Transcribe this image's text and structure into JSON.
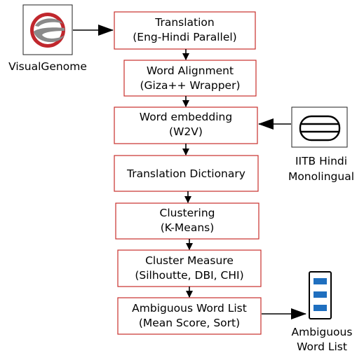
{
  "steps": [
    {
      "line1": "Translation",
      "line2": "(Eng-Hindi Parallel)"
    },
    {
      "line1": "Word Alignment",
      "line2": "(Giza++ Wrapper)"
    },
    {
      "line1": "Word embedding",
      "line2": "(W2V)"
    },
    {
      "line1": "Translation Dictionary",
      "line2": ""
    },
    {
      "line1": "Clustering",
      "line2": "(K-Means)"
    },
    {
      "line1": "Cluster Measure",
      "line2": "(Silhoutte, DBI, CHI)"
    },
    {
      "line1": "Ambiguous Word List",
      "line2": "(Mean Score, Sort)"
    }
  ],
  "sources": {
    "visualgenome": {
      "label": "VisualGenome",
      "icon": "visualgenome-logo-icon"
    },
    "iitb": {
      "line1": "IITB Hindi",
      "line2": "Monolingual",
      "icon": "database-icon"
    }
  },
  "output": {
    "line1": "Ambiguous",
    "line2": "Word List",
    "icon": "document-list-icon"
  },
  "colors": {
    "box_border": "#c9302c",
    "logo_red": "#c0272d",
    "logo_gray": "#8a8a8a",
    "list_blue": "#1f6fbf"
  }
}
